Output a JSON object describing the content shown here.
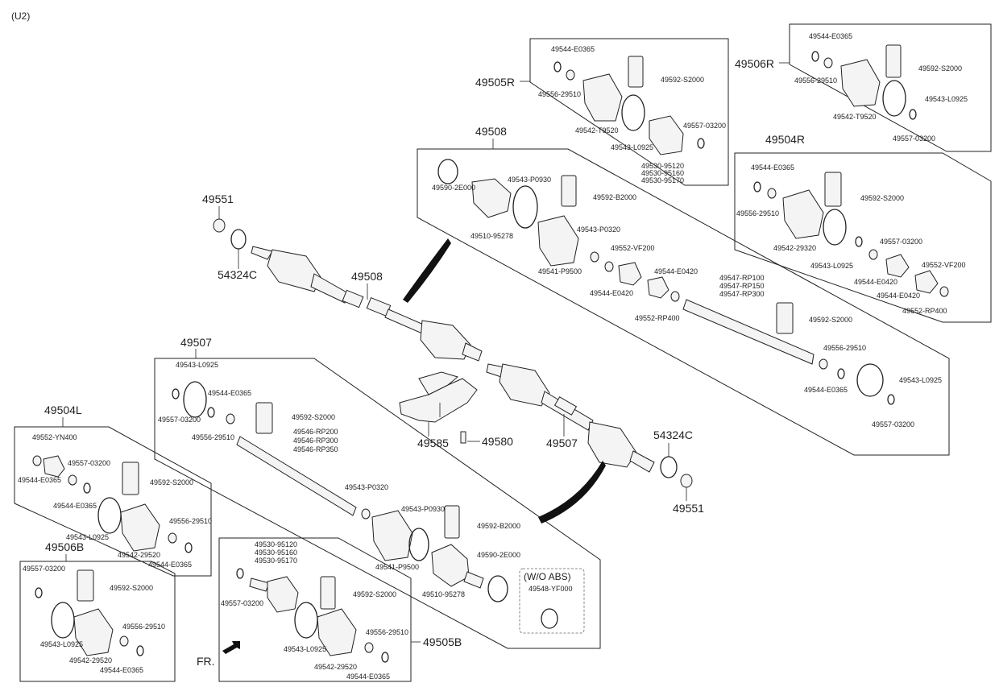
{
  "variant": "(U2)",
  "groups": {
    "g49505R": "49505R",
    "g49506R": "49506R",
    "g49504R": "49504R",
    "g49508": "49508",
    "g49507": "49507",
    "g49504L": "49504L",
    "g49506B": "49506B",
    "g49505B": "49505B"
  },
  "parts": {
    "p49551a": "49551",
    "p54324Ca": "54324C",
    "p49508shaft": "49508",
    "p49585": "49585",
    "p49580": "49580",
    "p49507shaft": "49507",
    "p54324Cb": "54324C",
    "p49551b": "49551",
    "front": "FR."
  },
  "wo_abs": {
    "title": "(W/O ABS)",
    "part": "49548-YF000"
  },
  "labels": {
    "r5_1": "49544-E0365",
    "r5_2": "49556-29510",
    "r5_3": "49592-S2000",
    "r5_4": "49542-T9520",
    "r5_5": "49543-L0925",
    "r5_6": "49557-03200",
    "r5_7": "49530-95120",
    "r5_8": "49530-95160",
    "r5_9": "49530-95170",
    "r6_1": "49544-E0365",
    "r6_2": "49556-29510",
    "r6_3": "49592-S2000",
    "r6_4": "49542-T9520",
    "r6_5": "49543-L0925",
    "r6_6": "49557-03200",
    "r4_1": "49544-E0365",
    "r4_2": "49556-29510",
    "r4_3": "49592-S2000",
    "r4_4": "49542-29320",
    "r4_5": "49543-L0925",
    "r4_6": "49557-03200",
    "r4_7": "49544-E0420",
    "r4_8": "49552-VF200",
    "r4_9": "49544-E0420",
    "r4_10": "49552-RP400",
    "s8_1": "49590-2E000",
    "s8_2": "49510-95278",
    "s8_3": "49543-P0930",
    "s8_4": "49592-B2000",
    "s8_5": "49543-P0320",
    "s8_6": "49541-P9500",
    "s8_7": "49552-VF200",
    "s8_8": "49544-E0420",
    "s8_9": "49544-E0420",
    "s8_10": "49552-RP400",
    "s8_11": "49547-RP100",
    "s8_12": "49547-RP150",
    "s8_13": "49547-RP300",
    "s8_14": "49592-S2000",
    "s8_15": "49556-29510",
    "s8_16": "49544-E0365",
    "s8_17": "49543-L0925",
    "s8_18": "49557-03200",
    "s7_1": "49543-L0925",
    "s7_2": "49544-E0365",
    "s7_3": "49557-03200",
    "s7_4": "49556-29510",
    "s7_5": "49592-S2000",
    "s7_6": "49546-RP200",
    "s7_7": "49546-RP300",
    "s7_8": "49546-RP350",
    "s7_9": "49543-P0320",
    "s7_10": "49543-P0930",
    "s7_11": "49592-B2000",
    "s7_12": "49541-P9500",
    "s7_13": "49590-2E000",
    "s7_14": "49510-95278",
    "l4_1": "49552-YN400",
    "l4_2": "49557-03200",
    "l4_3": "49544-E0365",
    "l4_4": "49592-S2000",
    "l4_5": "49544-E0365",
    "l4_6": "49556-29510",
    "l4_7": "49543-L0925",
    "l4_8": "49542-29520",
    "l4_9": "49544-E0365",
    "b6_1": "49557-03200",
    "b6_2": "49592-S2000",
    "b6_3": "49556-29510",
    "b6_4": "49543-L0925",
    "b6_5": "49542-29520",
    "b6_6": "49544-E0365",
    "b5_1": "49530-95120",
    "b5_2": "49530-95160",
    "b5_3": "49530-95170",
    "b5_4": "49557-03200",
    "b5_5": "49592-S2000",
    "b5_6": "49543-L0925",
    "b5_7": "49556-29510",
    "b5_8": "49542-29520",
    "b5_9": "49544-E0365"
  }
}
